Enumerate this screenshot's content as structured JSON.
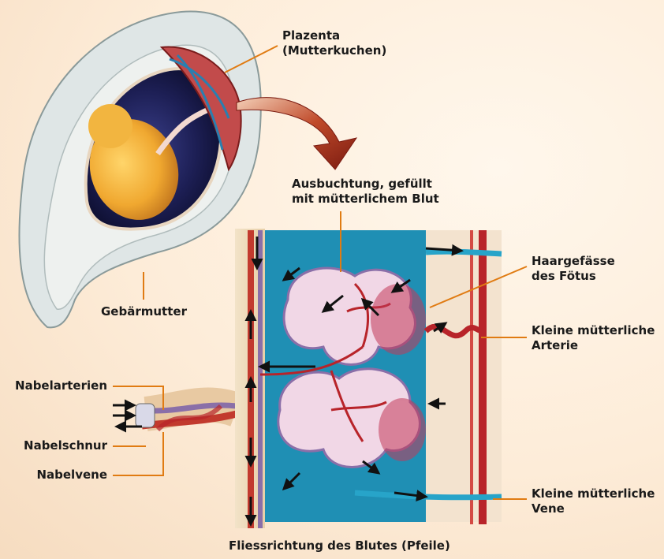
{
  "labels": {
    "plazenta": [
      "Plazenta",
      "(Mutterkuchen)"
    ],
    "ausbuchtung": [
      "Ausbuchtung, gefüllt",
      "mit mütterlichem Blut"
    ],
    "haargefaesse": [
      "Haargefässe",
      "des Fötus"
    ],
    "arterie": [
      "Kleine mütterliche",
      "Arterie"
    ],
    "gebaermutter": "Gebärmutter",
    "nabelarterien": "Nabelarterien",
    "nabelschnur": "Nabelschnur",
    "nabelvene": "Nabelvene",
    "vene": [
      "Kleine mütterliche",
      "Vene"
    ],
    "caption": "Fliessrichtung des Blutes (Pfeile)"
  },
  "colors": {
    "leader_line": "#e07b12",
    "maternal_blue": "#1f8fb4",
    "artery_red": "#b8242a",
    "villi_purple": "#8a6fa8",
    "curved_arrow": "#9b2a18"
  }
}
